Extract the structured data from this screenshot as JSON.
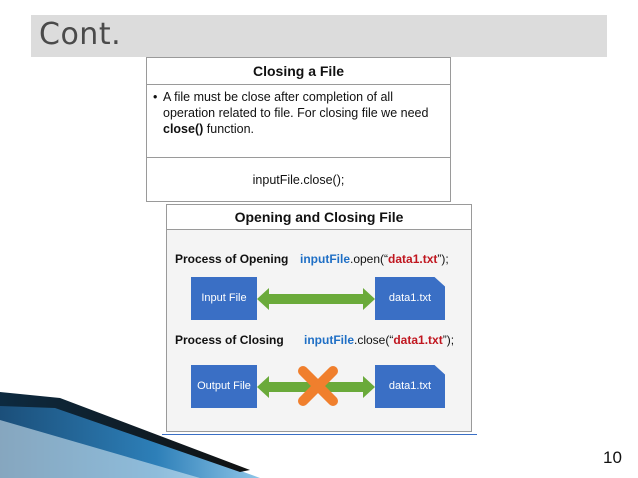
{
  "slide": {
    "title": "Cont.",
    "page_number": "10"
  },
  "box1": {
    "heading": "Closing a File",
    "bullet_line1": "A file must be close after completion of all",
    "bullet_line2": "operation related to file. For closing file we need",
    "bullet_bold": "close()",
    "bullet_rest": " function.",
    "code": "inputFile.close();"
  },
  "box2": {
    "heading": "Opening and Closing File",
    "open_label": "Process of Opening",
    "open_obj": "inputFile",
    "open_method": ".open(“",
    "open_arg": "data1.txt",
    "open_end": "”);",
    "close_label": "Process of Closing",
    "close_obj": "inputFile",
    "close_method": ".close(“",
    "close_arg": "data1.txt",
    "close_end": "”);",
    "input_file": "Input File",
    "output_file": "Output File",
    "data_file_1": "data1.txt",
    "data_file_2": "data1.txt"
  },
  "colors": {
    "accent_blue": "#3a6fc5",
    "arrow_green": "#6aaa3a",
    "cross_orange": "#f07f2d",
    "code_red": "#c0161f"
  }
}
